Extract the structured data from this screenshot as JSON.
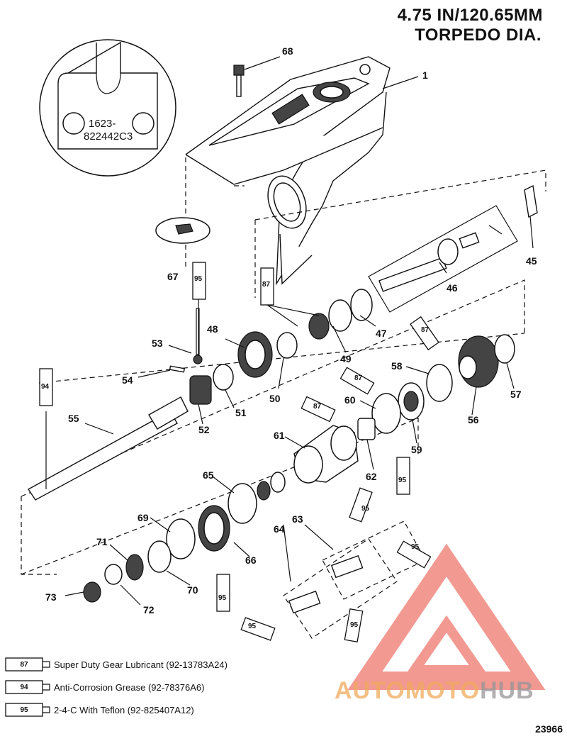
{
  "title": {
    "line1": "4.75 IN/120.65MM",
    "line2": "TORPEDO DIA."
  },
  "inset": {
    "label_line1": "1623-",
    "label_line2": "822442C3"
  },
  "callouts": [
    {
      "id": "c1",
      "text": "1"
    },
    {
      "id": "c68",
      "text": "68"
    },
    {
      "id": "c67",
      "text": "67"
    },
    {
      "id": "c45",
      "text": "45"
    },
    {
      "id": "c46",
      "text": "46"
    },
    {
      "id": "c47",
      "text": "47"
    },
    {
      "id": "c48",
      "text": "48"
    },
    {
      "id": "c49",
      "text": "49"
    },
    {
      "id": "c50",
      "text": "50"
    },
    {
      "id": "c51",
      "text": "51"
    },
    {
      "id": "c52",
      "text": "52"
    },
    {
      "id": "c53",
      "text": "53"
    },
    {
      "id": "c54",
      "text": "54"
    },
    {
      "id": "c55",
      "text": "55"
    },
    {
      "id": "c56",
      "text": "56"
    },
    {
      "id": "c57",
      "text": "57"
    },
    {
      "id": "c58",
      "text": "58"
    },
    {
      "id": "c59",
      "text": "59"
    },
    {
      "id": "c60",
      "text": "60"
    },
    {
      "id": "c61",
      "text": "61"
    },
    {
      "id": "c62",
      "text": "62"
    },
    {
      "id": "c63",
      "text": "63"
    },
    {
      "id": "c64",
      "text": "64"
    },
    {
      "id": "c65",
      "text": "65"
    },
    {
      "id": "c66",
      "text": "66"
    },
    {
      "id": "c69",
      "text": "69"
    },
    {
      "id": "c70",
      "text": "70"
    },
    {
      "id": "c71",
      "text": "71"
    },
    {
      "id": "c72",
      "text": "72"
    },
    {
      "id": "c73",
      "text": "73"
    }
  ],
  "tube_labels": [
    {
      "id": "t95a",
      "text": "95"
    },
    {
      "id": "t87a",
      "text": "87"
    },
    {
      "id": "t94a",
      "text": "94"
    },
    {
      "id": "t87b",
      "text": "87"
    },
    {
      "id": "t87c",
      "text": "87"
    },
    {
      "id": "t87d",
      "text": "87"
    },
    {
      "id": "t95b",
      "text": "95"
    },
    {
      "id": "t95c",
      "text": "95"
    },
    {
      "id": "t95d",
      "text": "95"
    },
    {
      "id": "t95e",
      "text": "95"
    },
    {
      "id": "t95f",
      "text": "95"
    },
    {
      "id": "t95g",
      "text": "95"
    }
  ],
  "legend": [
    {
      "code": "87",
      "text": "Super Duty Gear Lubricant (92-13783A24)"
    },
    {
      "code": "94",
      "text": "Anti-Corrosion Grease (92-78376A6)"
    },
    {
      "code": "95",
      "text": "2-4-C  With Teflon (92-825407A12)"
    }
  ],
  "figure_number": "23966",
  "watermark": {
    "part1": "AUTOMOTO",
    "part2": "HUB",
    "color_red": "#e8473a",
    "color_orange": "#f0a050",
    "color_gray": "#8a8a8a"
  }
}
